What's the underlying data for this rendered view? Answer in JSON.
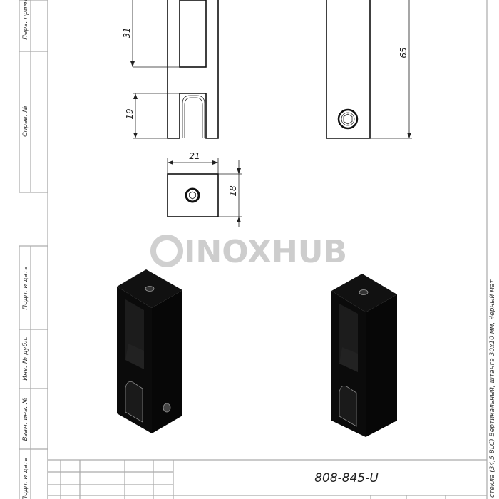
{
  "stamp_left": {
    "labels": [
      "Перв. примен.",
      "Справ. №",
      "Подп. и дата",
      "Инв. № дубл.",
      "Взам. инв. №",
      "Подп. и дата"
    ]
  },
  "dimensions": {
    "window_height": "31",
    "slot_height": "19",
    "total_height": "65",
    "width": "21",
    "depth": "18"
  },
  "watermark": "INOXHUB",
  "title_block": {
    "designation": "808-845-U",
    "description": "стекла (34,5 BLC) Вертикальный, штанга 30х10 мм, Черный мат"
  },
  "colors": {
    "line": "#111111",
    "part": "#0d0d0d",
    "frame": "#aaaaaa",
    "watermark": "#bdbdbd"
  }
}
